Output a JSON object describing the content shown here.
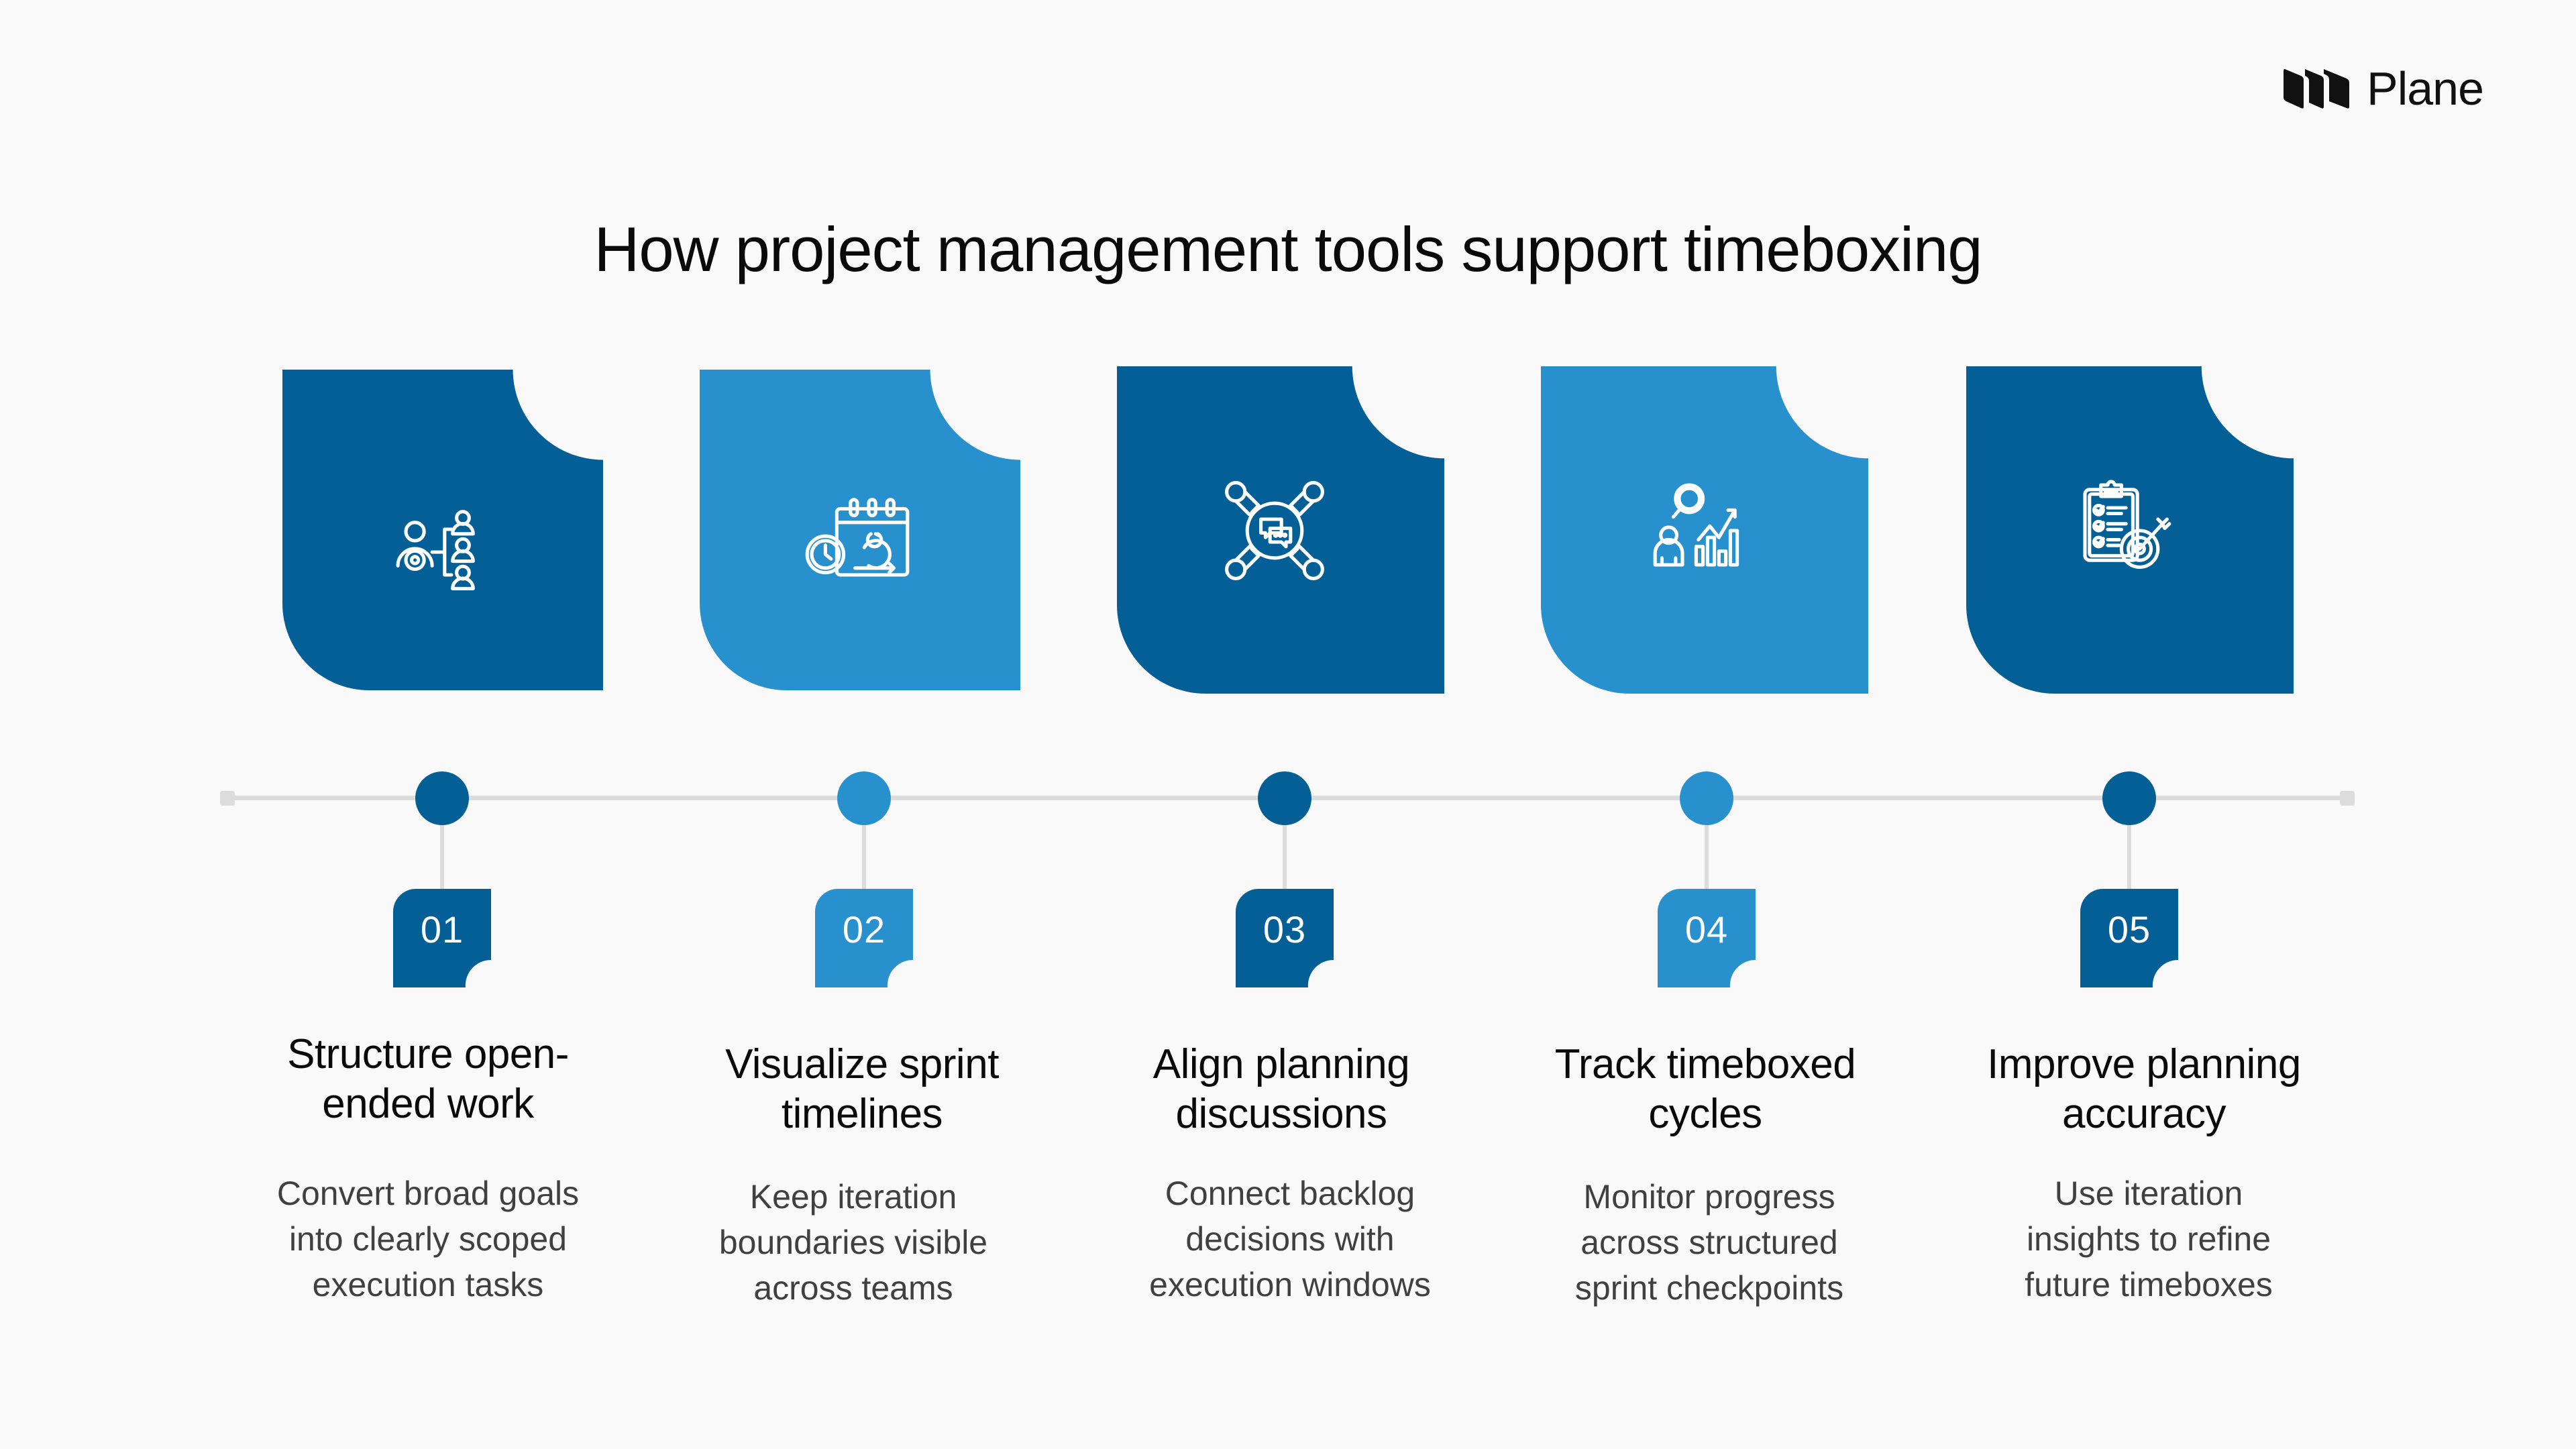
{
  "brand": {
    "name": "Plane",
    "logo_icon": "plane-logo-icon"
  },
  "title": "How project management tools support timeboxing",
  "colors": {
    "dark_blue": "#035f96",
    "light_blue": "#2891cd",
    "background": "#f9f9f9",
    "timeline": "#dcdcdc",
    "heading_text": "#0a0a0a",
    "body_text": "#404040"
  },
  "steps": [
    {
      "number": "01",
      "color": "dark",
      "icon": "manager-team-hierarchy-icon",
      "heading_lines": [
        "Structure open-",
        "ended work"
      ],
      "description_lines": [
        "Convert broad goals",
        "into clearly scoped",
        "execution tasks"
      ]
    },
    {
      "number": "02",
      "color": "light",
      "icon": "calendar-clock-sprint-icon",
      "heading_lines": [
        "Visualize sprint",
        "timelines"
      ],
      "description_lines": [
        "Keep iteration",
        "boundaries visible",
        "across teams"
      ]
    },
    {
      "number": "03",
      "color": "dark",
      "icon": "team-discussion-icon",
      "heading_lines": [
        "Align planning",
        "discussions"
      ],
      "description_lines": [
        "Connect backlog",
        "decisions with",
        "execution windows"
      ]
    },
    {
      "number": "04",
      "color": "light",
      "icon": "person-search-analytics-icon",
      "heading_lines": [
        "Track timeboxed",
        "cycles"
      ],
      "description_lines": [
        "Monitor progress",
        "across structured",
        "sprint checkpoints"
      ]
    },
    {
      "number": "05",
      "color": "dark",
      "icon": "checklist-target-icon",
      "heading_lines": [
        "Improve planning",
        "accuracy"
      ],
      "description_lines": [
        "Use iteration",
        "insights to refine",
        "future timeboxes"
      ]
    }
  ]
}
